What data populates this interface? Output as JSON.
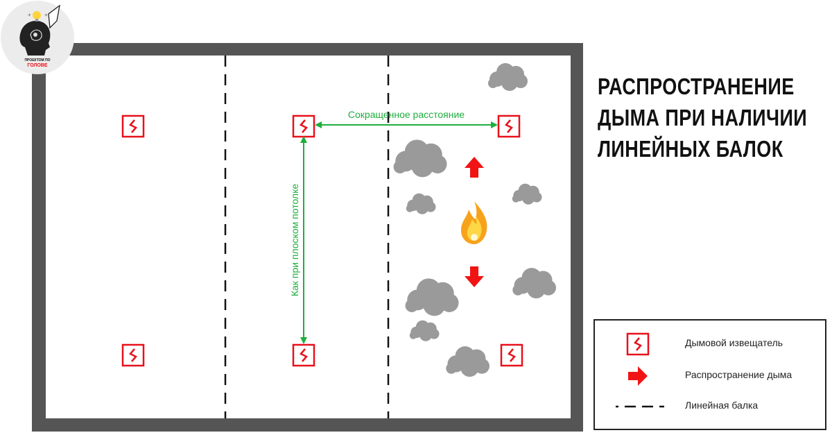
{
  "title": {
    "line1": "РАСПРОСТРАНЕНИЕ",
    "line2": "ДЫМА ПРИ НАЛИЧИИ",
    "line3": "ЛИНЕЙНЫХ БАЛОК"
  },
  "logo": {
    "line1": "ПРОЕКТОМ ПО",
    "line2": "ГОЛОВЕ"
  },
  "labels": {
    "horizontal_distance": "Сокращенное расстояние",
    "vertical_distance": "Как при плоском потолке"
  },
  "legend": {
    "detector": "Дымовой извещатель",
    "smoke_spread": "Распространение дыма",
    "beam": "Линейная балка"
  },
  "colors": {
    "wall": "#555555",
    "detector": "#e8101b",
    "arrow_dimension": "#1fae3d",
    "smoke": "#9a9a9a",
    "spread_arrow": "#f01414",
    "logo_accent": "#e8101b"
  },
  "icons": [
    "smoke-detector-icon",
    "fire-icon",
    "smoke-cloud-icon",
    "spread-arrow-icon",
    "logo-head-icon"
  ]
}
